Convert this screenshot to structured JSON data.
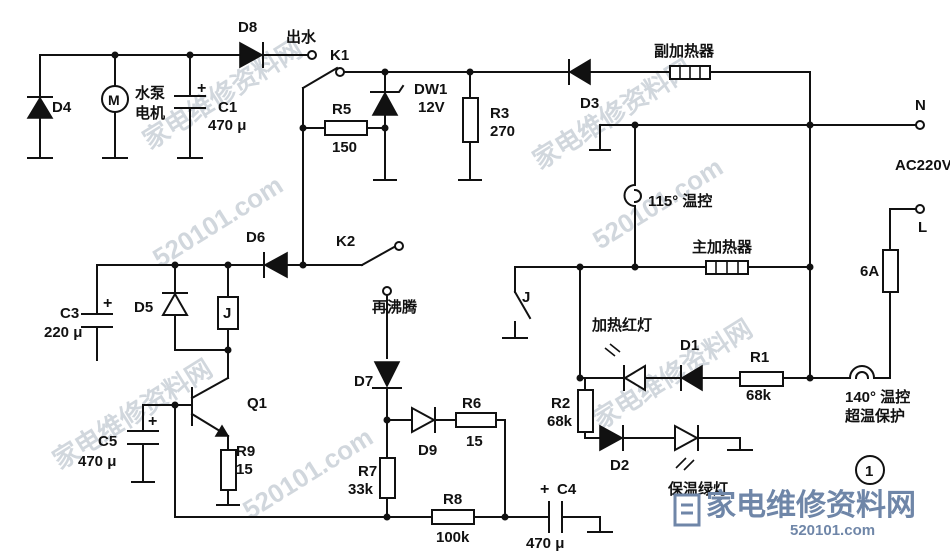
{
  "components": {
    "d4": "D4",
    "motor": "M",
    "pump": "水泵",
    "motor_cn": "电机",
    "c1": "C1",
    "c1v": "470 μ",
    "d8": "D8",
    "out": "出水",
    "k1": "K1",
    "r5": "R5",
    "r5v": "150",
    "dw1": "DW1",
    "dw1v": "12V",
    "r3": "R3",
    "r3v": "270",
    "d3": "D3",
    "aux": "副加热器",
    "n": "N",
    "ac": "AC220V",
    "t115": "115° 温控",
    "l": "L",
    "f6a": "6A",
    "main": "主加热器",
    "d6": "D6",
    "k2": "K2",
    "c3": "C3",
    "c3v": "220 μ",
    "d5": "D5",
    "j": "J",
    "reboil": "再沸腾",
    "jsw": "J",
    "redlamp": "加热红灯",
    "d1": "D1",
    "r1": "R1",
    "r1v": "68k",
    "t140": "140° 温控",
    "over": "超温保护",
    "q1": "Q1",
    "c5": "C5",
    "c5v": "470 μ",
    "r9": "R9",
    "r9v": "15",
    "d7": "D7",
    "d9": "D9",
    "r6": "R6",
    "r6v": "15",
    "r2": "R2",
    "r2v": "68k",
    "d2": "D2",
    "green": "保温绿灯",
    "r7": "R7",
    "r7v": "33k",
    "r8": "R8",
    "r8v": "100k",
    "c4": "C4",
    "c4v": "470 μ",
    "fig": "1",
    "plus": "+"
  },
  "watermark": {
    "brand": "家电维修资料网",
    "url": "520101.com",
    "text1": "家电维修资料网",
    "text2": "家电维修资料网",
    "text3": "家电维修资料网",
    "url1": "520101.com",
    "url2": "520101.com",
    "url3": "520101.com"
  }
}
